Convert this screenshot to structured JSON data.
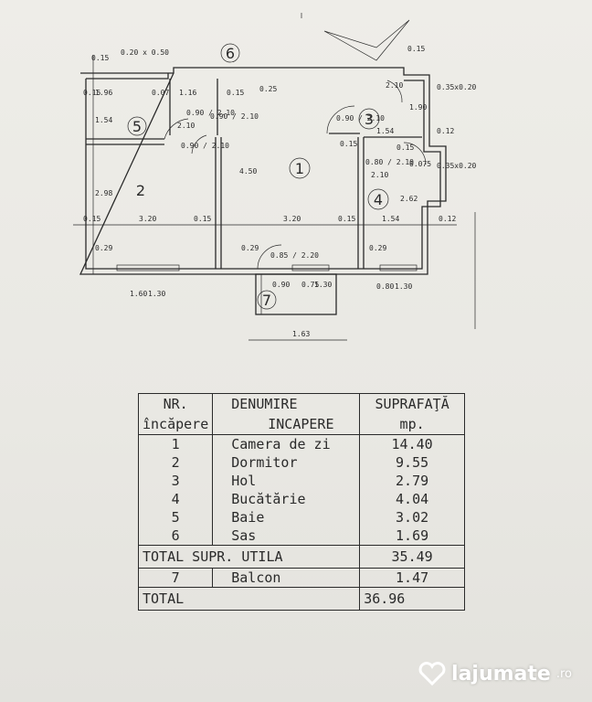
{
  "plan": {
    "rooms": [
      "1",
      "2",
      "3",
      "4",
      "5",
      "6",
      "7"
    ],
    "dims": {
      "top_strip": "0.20 x 0.50",
      "d_015": "0.15",
      "d_196": "1.96",
      "d_007": "0.07",
      "d_116": "1.16",
      "d_025": "0.25",
      "d_154": "1.54",
      "d_154b": "1.54",
      "d_154c": "1.54",
      "d_298": "2.98",
      "d_320a": "3.20",
      "d_320b": "3.20",
      "d_450": "4.50",
      "d_190": "1.90",
      "d_262": "2.62",
      "d_029a": "0.29",
      "d_029b": "0.29",
      "d_029c": "0.29",
      "d_012a": "0.12",
      "d_012b": "0.12",
      "d_035a": "0.35x0.20",
      "d_035b": "0.35x0.20",
      "d_075": "0.075",
      "d_163": "1.63",
      "d_160": "1.60",
      "d_130a": "1.30",
      "d_130b": "1.30",
      "d_130c": "1.30",
      "d_080": "0.80",
      "d_075b": "0.75",
      "d_090": "0.90",
      "door_5": "0.90 / 2.10",
      "door_6": "0.90 / 2.10",
      "door_3": "0.90 / 2.10",
      "door_v": "0.90 / 2.10",
      "door_4": "0.80 / 2.10",
      "door_7": "0.85 / 2.20",
      "d_210": "2.10",
      "d_210b": "2.10",
      "d_210c": "2.10",
      "d_015b": "0.15",
      "d_015c": "0.15",
      "d_015d": "0.15",
      "d_015e": "0.15",
      "d_015f": "0.15",
      "d_015g": "0.15",
      "d_015h": "0.15",
      "d_015i": "0.15"
    }
  },
  "legend": {
    "headers": {
      "nr_1": "NR.",
      "nr_2": "încăpere",
      "name_1": "DENUMIRE",
      "name_2": "INCAPERE",
      "sup_1": "SUPRAFAŢĂ",
      "sup_2": "mp."
    },
    "rows": [
      {
        "nr": "1",
        "name": "Camera de zi",
        "area": "14.40"
      },
      {
        "nr": "2",
        "name": "Dormitor",
        "area": "9.55"
      },
      {
        "nr": "3",
        "name": "Hol",
        "area": "2.79"
      },
      {
        "nr": "4",
        "name": "Bucătărie",
        "area": "4.04"
      },
      {
        "nr": "5",
        "name": "Baie",
        "area": "3.02"
      },
      {
        "nr": "6",
        "name": "Sas",
        "area": "1.69"
      }
    ],
    "total_util": {
      "label": "TOTAL  SUPR.  UTILA",
      "area": "35.49"
    },
    "balcony": {
      "nr": "7",
      "name": "Balcon",
      "area": "1.47"
    },
    "total": {
      "label": "TOTAL",
      "area": "36.96"
    }
  },
  "watermark": {
    "brand": "lajumate",
    "tld": ".ro"
  }
}
